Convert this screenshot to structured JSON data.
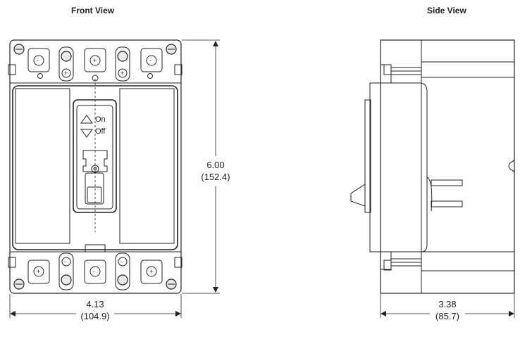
{
  "front_view": {
    "title": "Front View",
    "on_label": "On",
    "off_label": "Off",
    "width_in": "4.13",
    "width_mm": "(104.9)",
    "height_in": "6.00",
    "height_mm": "(152.4)"
  },
  "side_view": {
    "title": "Side View",
    "depth_in": "3.38",
    "depth_mm": "(85.7)"
  }
}
